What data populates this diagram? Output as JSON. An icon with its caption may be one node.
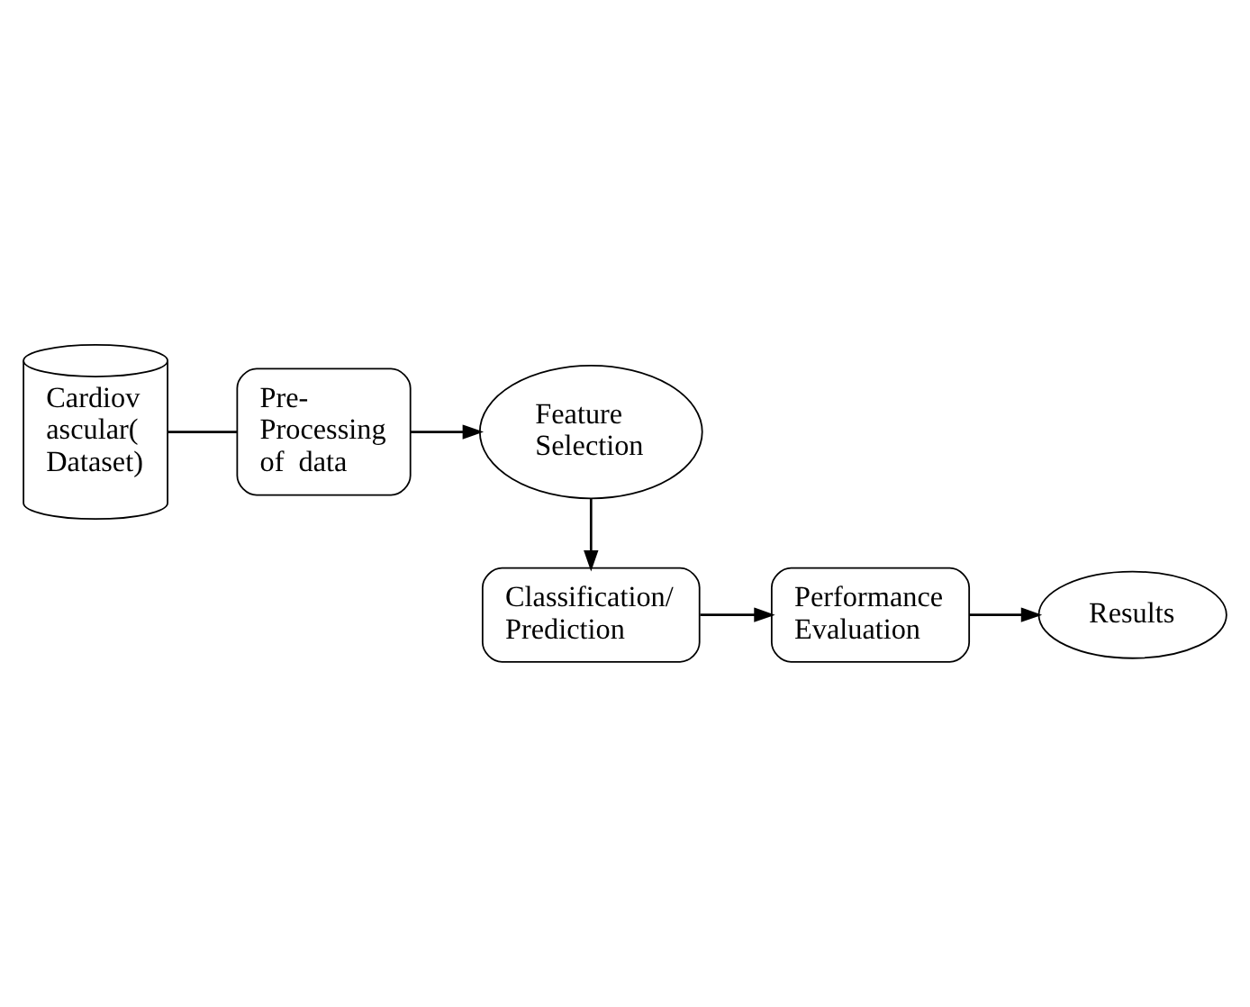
{
  "diagram": {
    "nodes": [
      {
        "text": [
          "Cardiov ascular( Dataset)"
        ]
      },
      {
        "text": [
          "Pre- Processing of  data"
        ]
      },
      {
        "text": [
          "Feature Selection"
        ]
      },
      {
        "text": [
          "Classification/ Prediction"
        ]
      },
      {
        "text": [
          "Performance Evaluation"
        ]
      },
      {
        "text": [
          "Results"
        ]
      }
    ],
    "edges": [
      {
        "from": 0,
        "to": 1,
        "arrow": "none"
      },
      {
        "from": 1,
        "to": 2,
        "arrow": "to"
      },
      {
        "from": 2,
        "to": 3,
        "arrow": "to"
      },
      {
        "from": 3,
        "to": 4,
        "arrow": "to"
      },
      {
        "from": 4,
        "to": 5,
        "arrow": "to"
      }
    ]
  }
}
